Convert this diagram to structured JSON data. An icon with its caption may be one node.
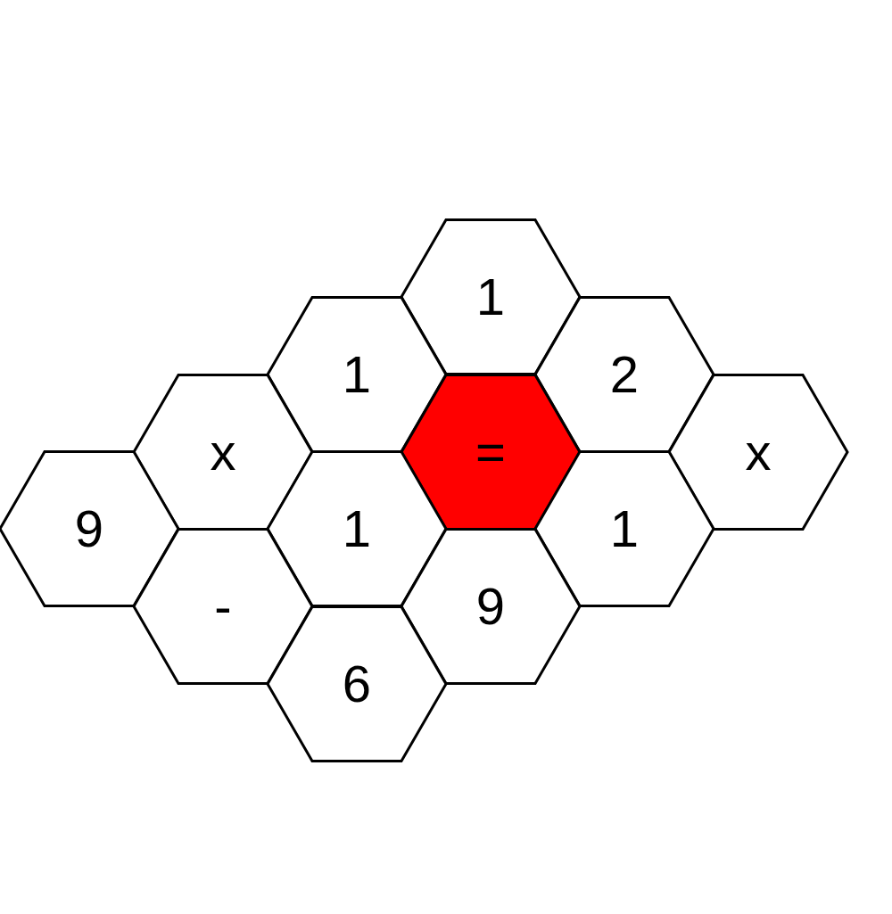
{
  "diagram": {
    "nodes": [
      {
        "text": [
          "1"
        ]
      },
      {
        "text": [
          "1"
        ]
      },
      {
        "text": [
          "2"
        ]
      },
      {
        "text": [
          "x"
        ]
      },
      {
        "text": [
          "="
        ]
      },
      {
        "text": [
          "x"
        ]
      },
      {
        "text": [
          "9"
        ]
      },
      {
        "text": [
          "1"
        ]
      },
      {
        "text": [
          "1"
        ]
      },
      {
        "text": [
          "-"
        ]
      },
      {
        "text": [
          "9"
        ]
      },
      {
        "text": [
          "6"
        ]
      }
    ]
  }
}
